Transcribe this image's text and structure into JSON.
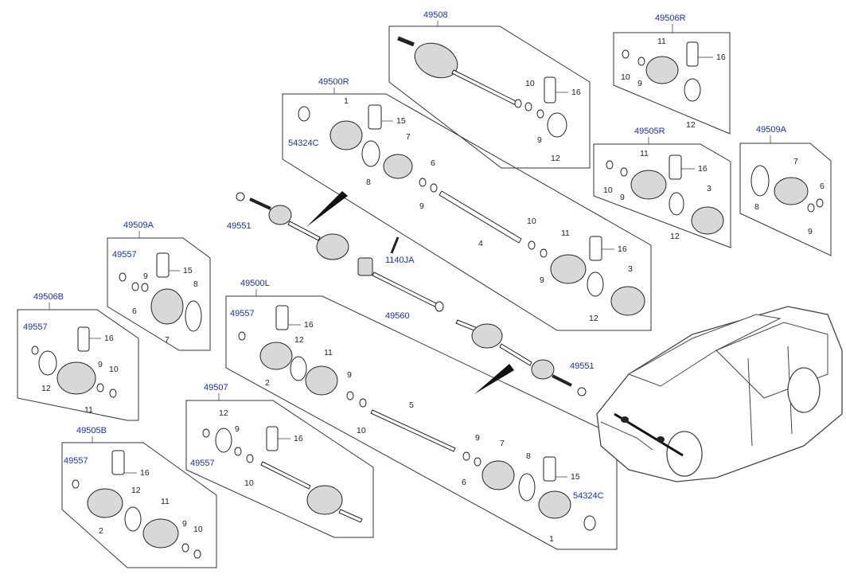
{
  "groups": {
    "g49508": "49508",
    "g49506R": "49506R",
    "g49500R": "49500R",
    "g49505R": "49505R",
    "g49509A_right": "49509A",
    "g49509A_left": "49509A",
    "g49500L": "49500L",
    "g49506B": "49506B",
    "g49507": "49507",
    "g49505B": "49505B"
  },
  "refs": {
    "r54324C_top": "54324C",
    "r54324C_bottom": "54324C",
    "r49551_left": "49551",
    "r49551_right": "49551",
    "r1140JA": "1140JA",
    "r49560": "49560",
    "r49557_a": "49557",
    "r49557_b": "49557",
    "r49557_c": "49557",
    "r49557_d": "49557",
    "r49557_e": "49557"
  },
  "parts": {
    "n1": "1",
    "n2": "2",
    "n3": "3",
    "n4": "4",
    "n5": "5",
    "n6": "6",
    "n7": "7",
    "n8": "8",
    "n9": "9",
    "n10": "10",
    "n11": "11",
    "n12": "12",
    "n15": "15",
    "n16": "16"
  },
  "colors": {
    "ref_blue": "#1a2fb0",
    "line": "#333333",
    "fill_grey": "#d8d8d8"
  }
}
